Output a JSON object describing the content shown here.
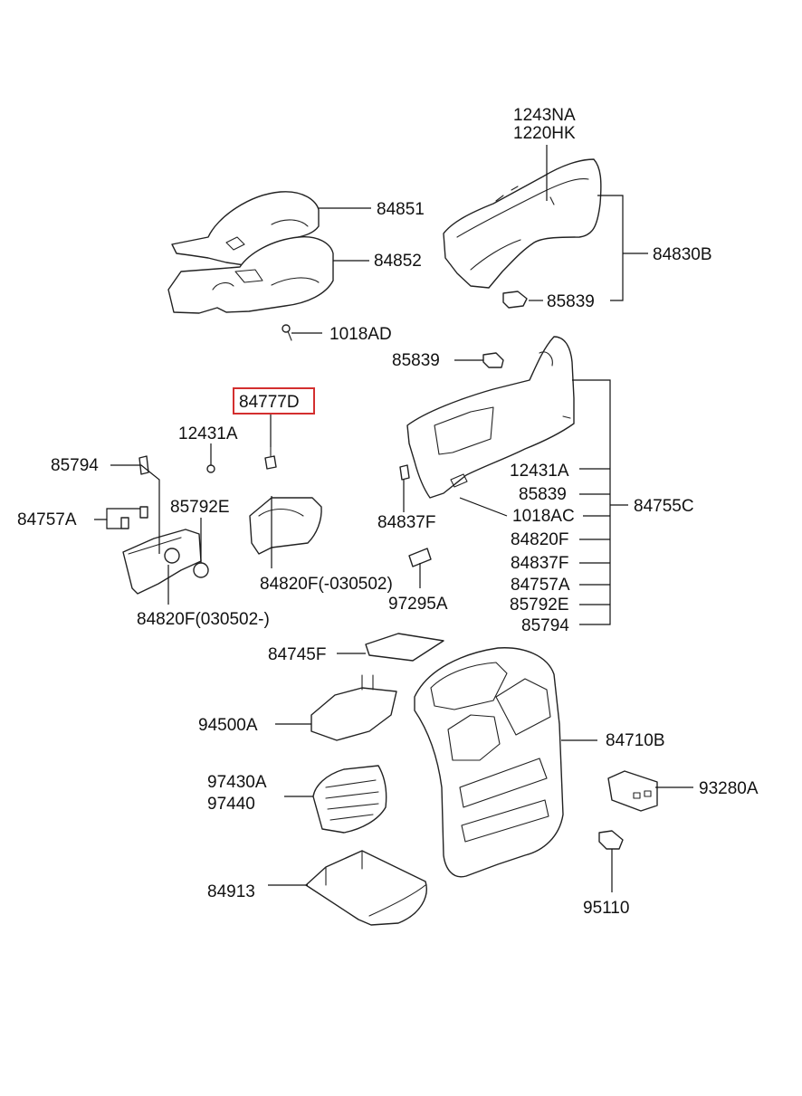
{
  "labels": {
    "l_1243NA": "1243NA",
    "l_1220HK": "1220HK",
    "l_84851": "84851",
    "l_84852": "84852",
    "l_84830B": "84830B",
    "l_85839_top": "85839",
    "l_1018AD": "1018AD",
    "l_85839_mid": "85839",
    "l_84777D": "84777D",
    "l_12431A_left": "12431A",
    "l_85794_left": "85794",
    "l_85792E_left": "85792E",
    "l_84757A_left": "84757A",
    "l_84820F_dash": "84820F(-030502)",
    "l_84820F_paren": "84820F(030502-)",
    "l_12431A_right": "12431A",
    "l_85839_right": "85839",
    "l_1018AC": "1018AC",
    "l_84820F_right": "84820F",
    "l_84837F_right": "84837F",
    "l_84757A_right": "84757A",
    "l_85792E_right": "85792E",
    "l_85794_right": "85794",
    "l_84755C": "84755C",
    "l_84837F_mid": "84837F",
    "l_97295A": "97295A",
    "l_84745F": "84745F",
    "l_94500A": "94500A",
    "l_84710B": "84710B",
    "l_97430A": "97430A",
    "l_97440": "97440",
    "l_93280A": "93280A",
    "l_84913": "84913",
    "l_95110": "95110"
  },
  "highlight": {
    "part_number": "84777D",
    "color": "#d32f2f"
  }
}
